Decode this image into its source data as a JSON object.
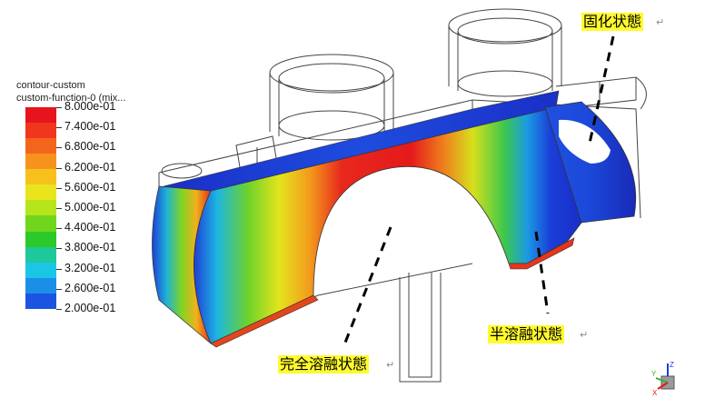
{
  "legend": {
    "title_line1": "contour-custom",
    "title_line2": "custom-function-0 (mix...",
    "ticks": [
      "8.000e-01",
      "7.400e-01",
      "6.800e-01",
      "6.200e-01",
      "5.600e-01",
      "5.000e-01",
      "4.400e-01",
      "3.800e-01",
      "3.200e-01",
      "2.600e-01",
      "2.000e-01"
    ],
    "colors": [
      "#e8141d",
      "#f0361c",
      "#f3651d",
      "#f7921c",
      "#f7c11c",
      "#e9e41c",
      "#b6e51c",
      "#6fd61d",
      "#2cc92b",
      "#1dc89a",
      "#1cc5e6",
      "#1b8fe8",
      "#1b54e0"
    ]
  },
  "labels": {
    "solidified": "固化状態",
    "semi_melted": "半溶融状態",
    "fully_melted": "完全溶融状態",
    "return_mark": "↵"
  },
  "triad": {
    "x": "X",
    "y": "Y",
    "z": "Z"
  }
}
